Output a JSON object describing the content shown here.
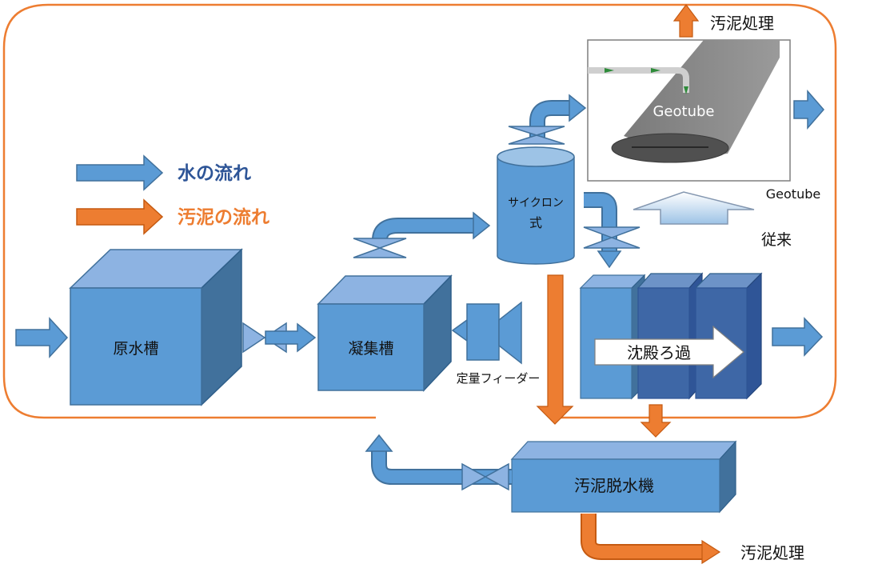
{
  "legend": {
    "water_flow": "水の流れ",
    "sludge_flow": "汚泥の流れ"
  },
  "labels": {
    "raw_water_tank": "原水槽",
    "coagulation_tank": "凝集槽",
    "feeder": "定量フィーダー",
    "cyclone_line1": "サイクロン",
    "cyclone_line2": "式",
    "geotube_inner": "Geotube",
    "geotube_caption": "Geotube",
    "conventional": "従来",
    "sedimentation_filtration": "沈殿ろ過",
    "sludge_dewatering_machine": "汚泥脱水機",
    "sludge_treatment_top": "汚泥処理",
    "sludge_treatment_bottom": "汚泥処理"
  },
  "colors": {
    "water_arrow": "#5b9bd5",
    "sludge_arrow": "#ed7d31",
    "legend_water_text": "#2e5597",
    "legend_sludge_text": "#ed7d31",
    "tank_front": "#5b9bd5",
    "tank_top": "#8db3e2",
    "tank_side": "#41719c",
    "filter_dark": "#3e67a6",
    "boundary": "#ed7d31",
    "geotube": "#8c8c8c"
  },
  "icons": [
    "water-flow-arrow",
    "sludge-flow-arrow",
    "valve-icon",
    "feeder-icon",
    "outflow-arrow",
    "up-arrow"
  ]
}
